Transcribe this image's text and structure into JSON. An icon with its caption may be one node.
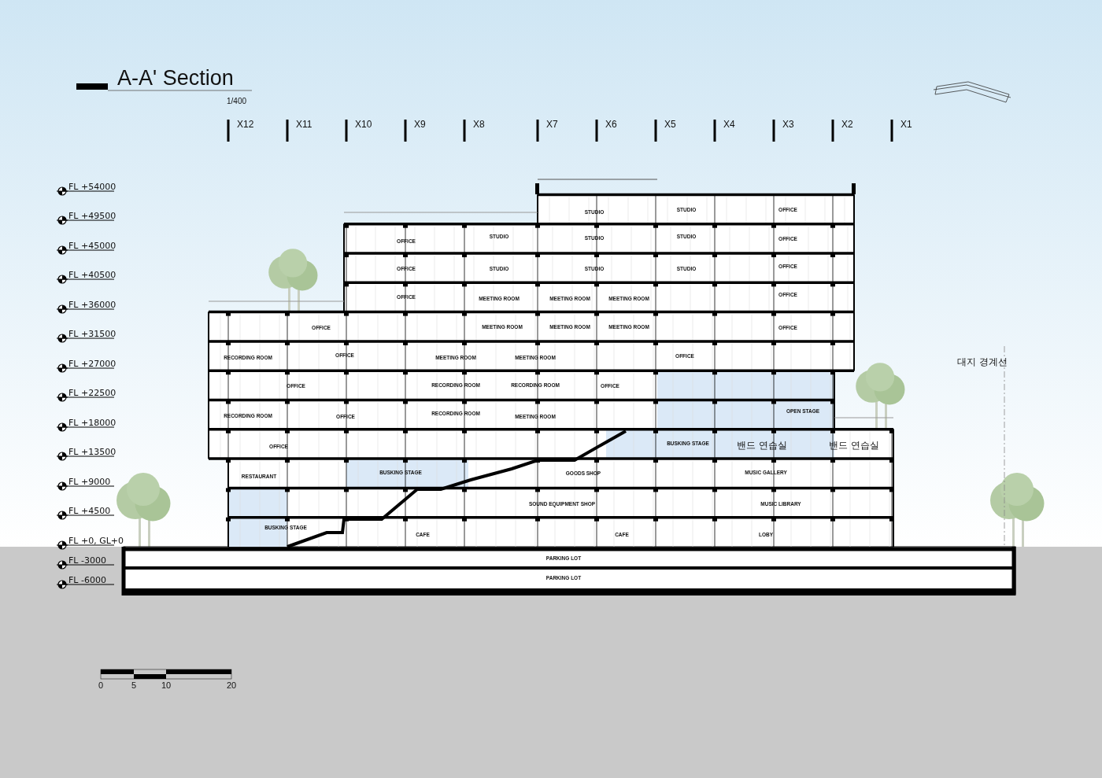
{
  "diagram": {
    "title": "A-A' Section",
    "labels": [
      "1/400",
      "X12",
      "X11",
      "X10",
      "X9",
      "X8",
      "X7",
      "X6",
      "X5",
      "X4",
      "X3",
      "X2",
      "X1",
      "FL +54000",
      "FL +49500",
      "FL +45000",
      "FL +40500",
      "FL +36000",
      "FL +31500",
      "FL +27000",
      "FL +22500",
      "FL +18000",
      "FL +13500",
      "FL +9000",
      "FL +4500",
      "FL +0, GL+0",
      "FL -3000",
      "FL -6000",
      "STUDIO",
      "STUDIO",
      "OFFICE",
      "OFFICE",
      "STUDIO",
      "STUDIO",
      "STUDIO",
      "OFFICE",
      "OFFICE",
      "STUDIO",
      "STUDIO",
      "STUDIO",
      "OFFICE",
      "OFFICE",
      "MEETING ROOM",
      "MEETING ROOM",
      "MEETING ROOM",
      "OFFICE",
      "OFFICE",
      "MEETING ROOM",
      "MEETING ROOM",
      "MEETING ROOM",
      "OFFICE",
      "RECORDING ROOM",
      "OFFICE",
      "MEETING ROOM",
      "MEETING ROOM",
      "OFFICE",
      "대지 경계선",
      "OFFICE",
      "RECORDING ROOM",
      "RECORDING ROOM",
      "OFFICE",
      "RECORDING ROOM",
      "OFFICE",
      "RECORDING ROOM",
      "MEETING ROOM",
      "OPEN STAGE",
      "BUSKING STAGE",
      "OFFICE",
      "밴드 연습실",
      "밴드 연습실",
      "RESTAURANT",
      "BUSKING STAGE",
      "GOODS SHOP",
      "MUSIC GALLERY",
      "SOUND EQUIPMENT SHOP",
      "MUSIC LIBRARY",
      "BUSKING STAGE",
      "CAFE",
      "CAFE",
      "LOBY",
      "PARKING LOT",
      "PARKING LOT",
      "0",
      "5",
      "10",
      "20"
    ]
  }
}
